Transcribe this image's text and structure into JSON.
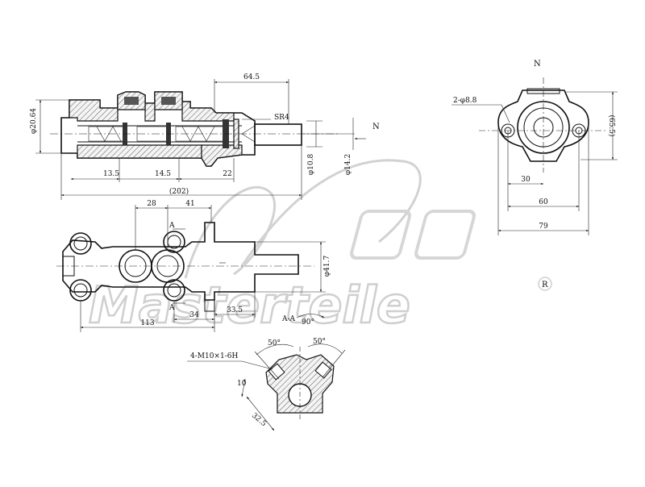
{
  "watermark": {
    "brand": "Masterteile",
    "registered": "R"
  },
  "side_view": {
    "dim_bore_left": "φ20.64",
    "dim_top": "64.5",
    "sr": "SR4",
    "n": "N",
    "dim_13_5": "13.5",
    "dim_14_5": "14.5",
    "dim_22": "22",
    "dim_total": "(202)",
    "dim_10_8": "φ10.8",
    "dim_14_2": "φ14.2"
  },
  "end_view": {
    "n": "N",
    "holes": "2-φ8.8",
    "dim_65_5": "(65.5)",
    "dim_30": "30",
    "dim_60": "60",
    "dim_79": "79"
  },
  "top_view": {
    "dim_28": "28",
    "dim_41": "41",
    "section_a_top": "A",
    "section_a_bottom": "A",
    "dim_41_7": "φ41.7",
    "dim_34": "34",
    "dim_33_5": "33.5",
    "dim_113": "113",
    "section_label": "A-A",
    "angle_90": "90°"
  },
  "section_view": {
    "thread": "4-M10×1-6H",
    "angle_left": "50°",
    "angle_right": "50°",
    "dim_10": "10",
    "dim_32_5": "32.5"
  }
}
